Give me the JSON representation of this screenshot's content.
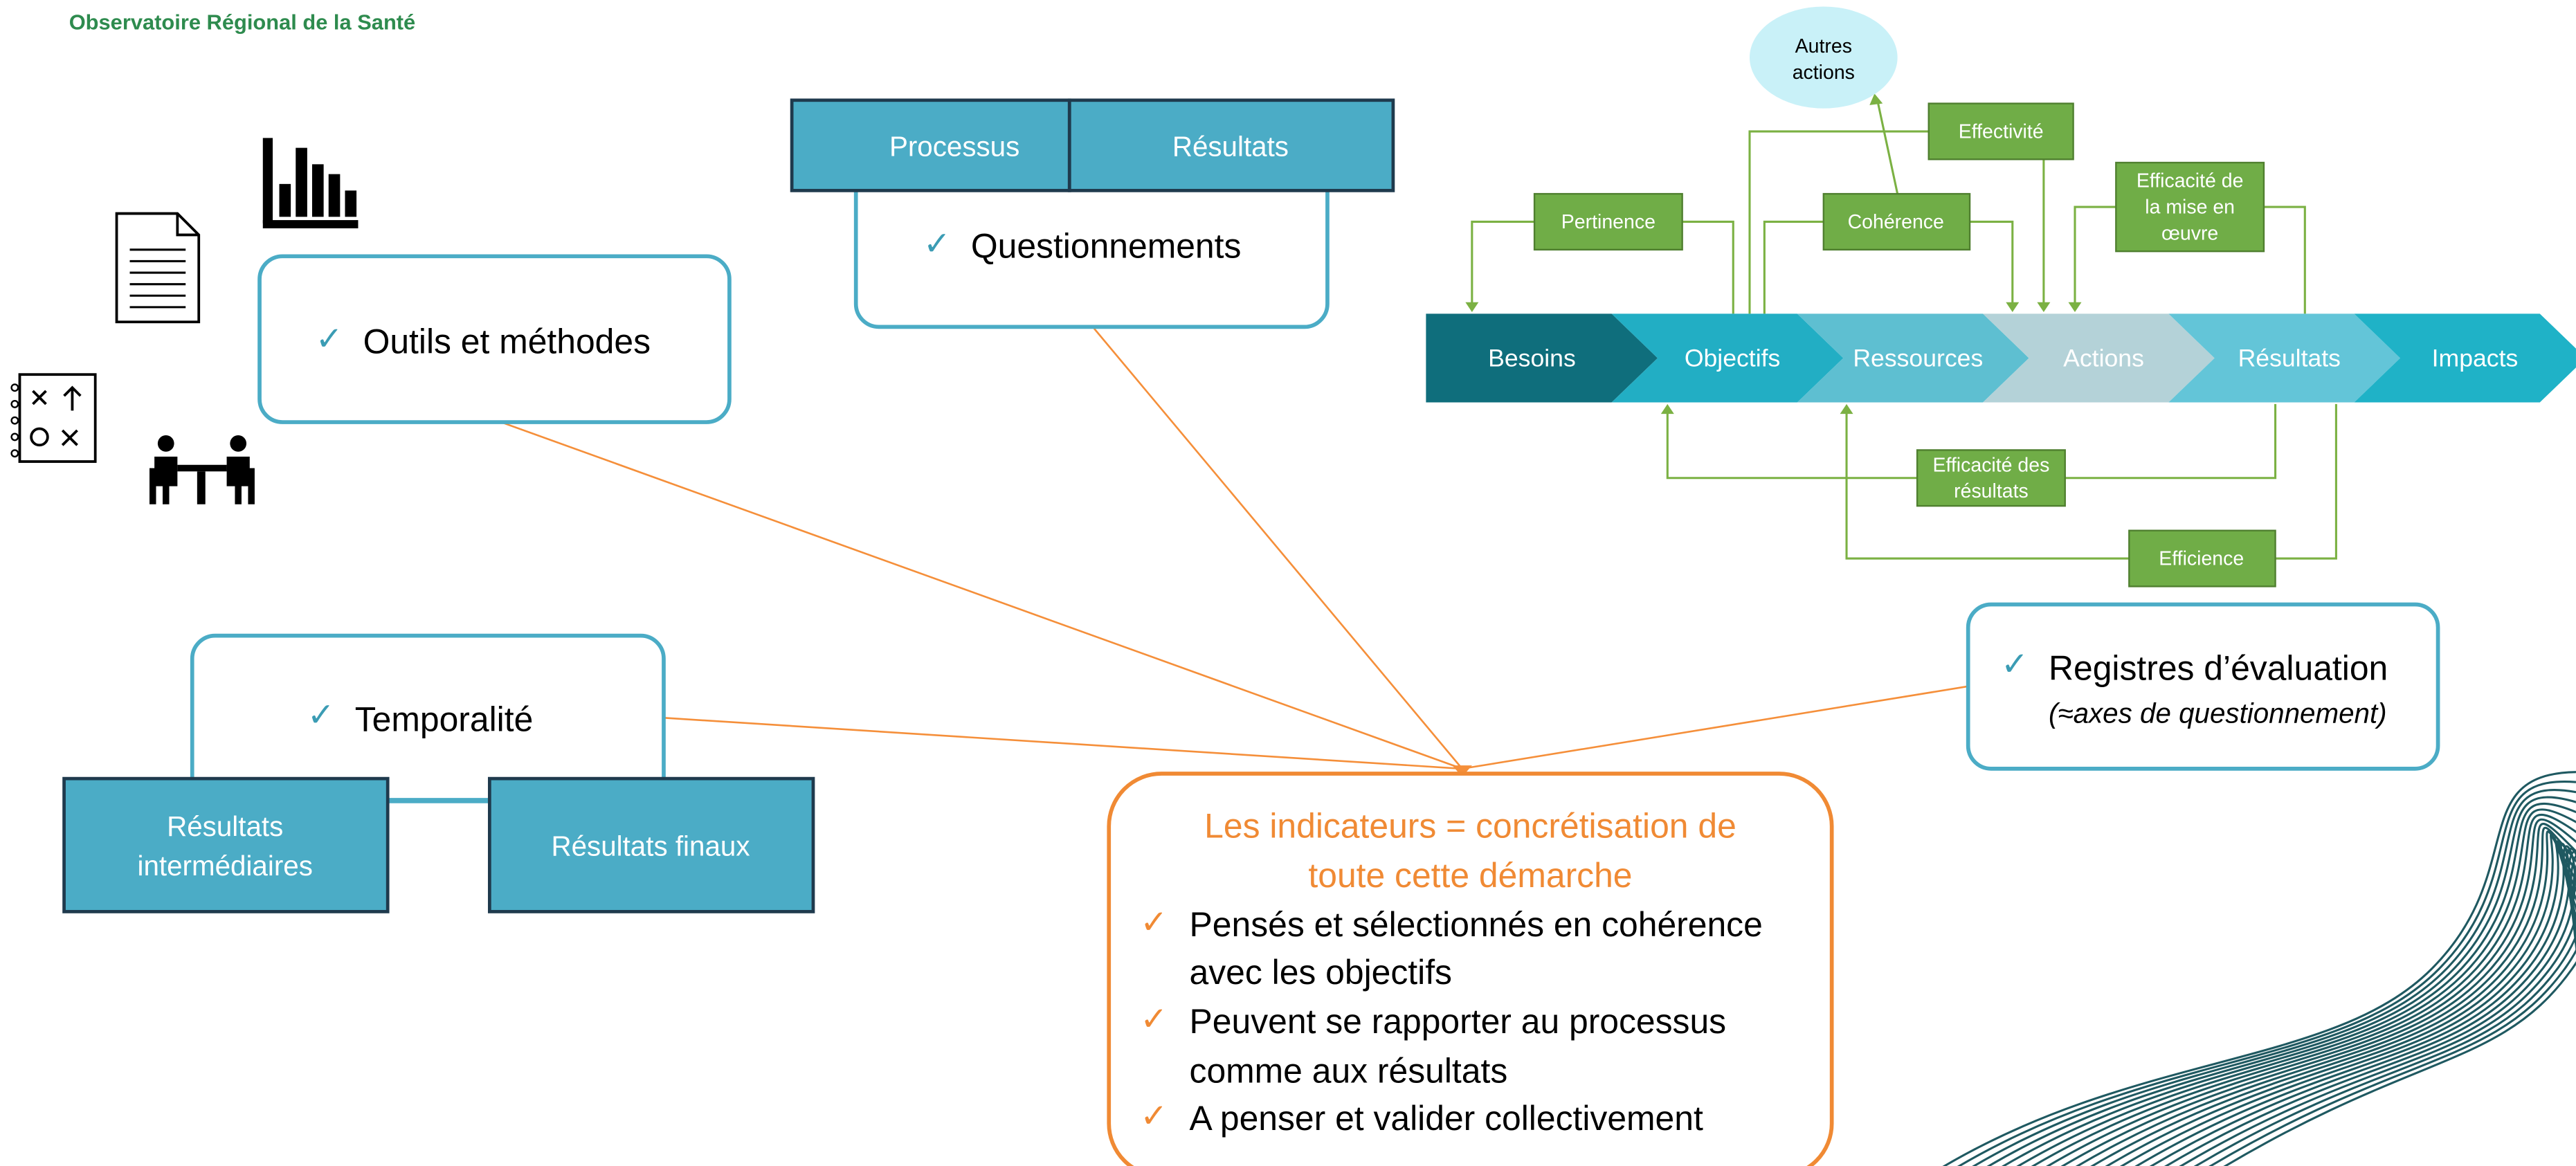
{
  "logo": {
    "text": "Observatoire Régional de la Santé",
    "color": "#2e8b4e"
  },
  "colors": {
    "blue": "#4bacc6",
    "green": "#70ad47",
    "orange": "#f08a34",
    "navy": "#1f3a4d",
    "dark_teal": "#0f6e7c"
  },
  "check_symbol": "✓",
  "boxes": {
    "outils": {
      "label": "Outils et méthodes"
    },
    "questionnements": {
      "label": "Questionnements",
      "tabs": [
        "Processus",
        "Résultats"
      ]
    },
    "temporalite": {
      "label": "Temporalité",
      "tabs": [
        "Résultats intermédiaires",
        "Résultats finaux"
      ]
    },
    "registres": {
      "label": "Registres d’évaluation",
      "sub": "(≈axes de questionnement)"
    },
    "indicateurs": {
      "title": [
        "Les indicateurs = concrétisation de",
        "toute cette démarche"
      ],
      "items": [
        [
          "Pensés et sélectionnés en cohérence",
          "avec les objectifs"
        ],
        [
          "Peuvent se rapporter au processus",
          "comme aux résultats"
        ],
        [
          "A penser et valider collectivement"
        ]
      ]
    }
  },
  "flow": {
    "steps": [
      "Besoins",
      "Objectifs",
      "Ressources",
      "Actions",
      "Résultats",
      "Impacts"
    ],
    "step_colors": [
      "#0f6e7c",
      "#22aec4",
      "#5ebfd1",
      "#b4d2d8",
      "#63c5d8",
      "#1fb2c7"
    ],
    "green_labels": {
      "pertinence": "Pertinence",
      "coherence": "Cohérence",
      "effectivite": "Effectivité",
      "efficacite_mise": [
        "Efficacité de",
        "la mise en",
        "œuvre"
      ],
      "efficacite_resultats": [
        "Efficacité des",
        "résultats"
      ],
      "efficience": "Efficience"
    },
    "autres_actions": [
      "Autres",
      "actions"
    ],
    "autres_color": "#c9f1f8"
  },
  "icons": [
    "bar-chart-icon",
    "document-icon",
    "strategy-board-icon",
    "meeting-icon"
  ]
}
